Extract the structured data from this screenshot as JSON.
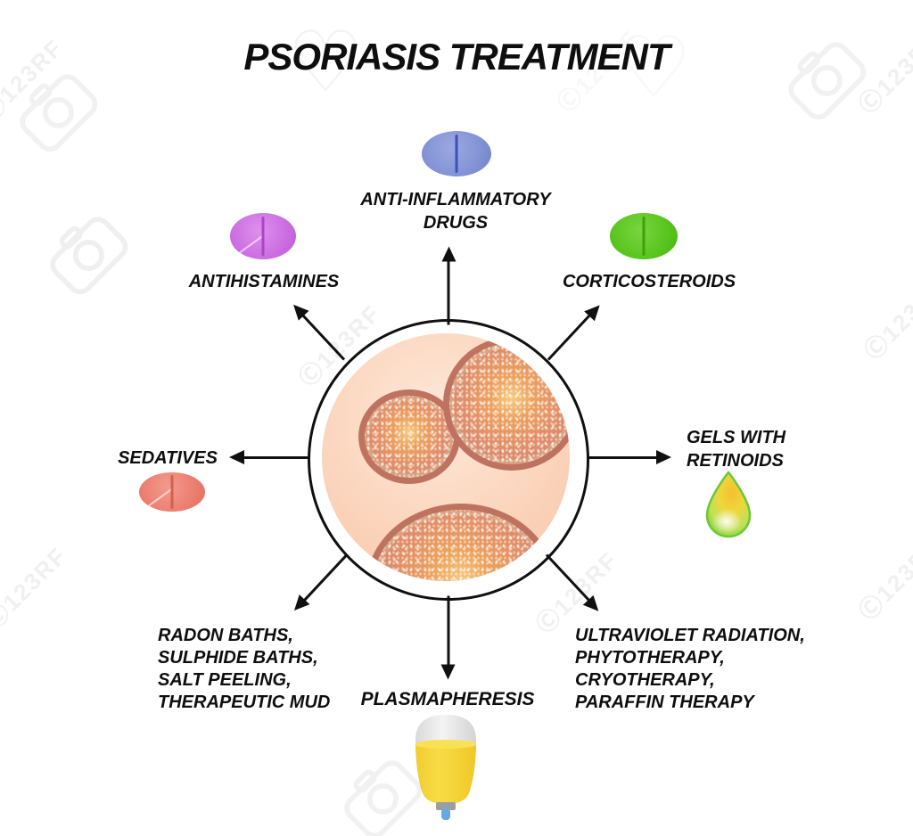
{
  "title": "PSORIASIS TREATMENT",
  "watermark": {
    "text": "Ⓒ123RF",
    "heart": "♡"
  },
  "center_illustration": "skin with psoriasis plaques",
  "colors": {
    "pill_blue": "#8494d6",
    "pill_purple": "#cd70e2",
    "pill_green": "#5ac51e",
    "pill_red": "#ec7f71",
    "droplet_green": "#7ccf3f",
    "droplet_yellow": "#f7c434",
    "plasma_yellow": "#f6d93a",
    "tube_blue": "#66a9e0",
    "skin": "#fbd6be",
    "lesion_border": "#bf7260",
    "arrow": "#101010"
  },
  "treatments": {
    "anti_inflammatory": {
      "lines": [
        "ANTI-INFLAMMATORY",
        "DRUGS"
      ],
      "icon": "pill-icon"
    },
    "antihistamines": {
      "lines": [
        "ANTIHISTAMINES"
      ],
      "icon": "pill-icon"
    },
    "corticosteroids": {
      "lines": [
        "CORTICOSTEROIDS"
      ],
      "icon": "pill-icon"
    },
    "sedatives": {
      "lines": [
        "SEDATIVES"
      ],
      "icon": "pill-icon"
    },
    "gels_with_retinoids": {
      "lines": [
        "GELS WITH",
        "RETINOIDS"
      ],
      "icon": "droplet-icon"
    },
    "radon_baths_group": {
      "lines": [
        "RADON BATHS,",
        "SULPHIDE BATHS,",
        "SALT PEELING,",
        "THERAPEUTIC MUD"
      ]
    },
    "plasmapheresis": {
      "lines": [
        "PLASMAPHERESIS"
      ],
      "icon": "plasma-bag-icon"
    },
    "ultraviolet_group": {
      "lines": [
        "ULTRAVIOLET RADIATION,",
        "PHYTOTHERAPY,",
        "CRYOTHERAPY,",
        "PARAFFIN THERAPY"
      ]
    }
  }
}
